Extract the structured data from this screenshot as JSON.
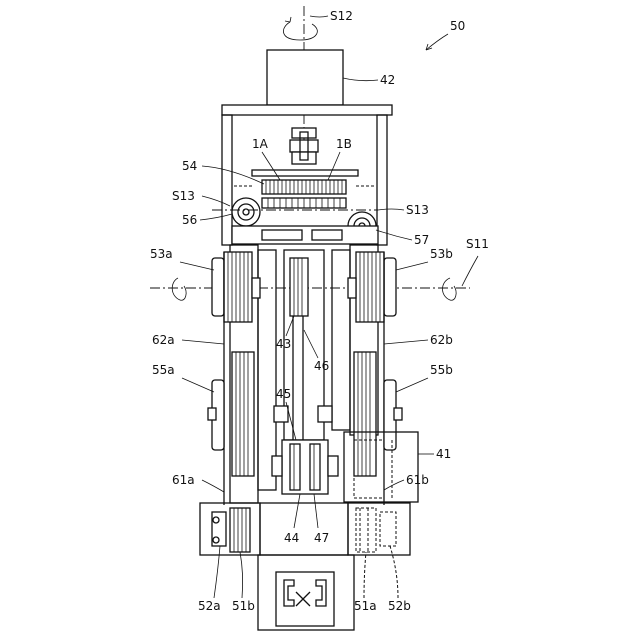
{
  "figure": {
    "assembly_ref": "50",
    "labels": {
      "s12": "S12",
      "s11": "S11",
      "s13_left": "S13",
      "s13_right": "S13",
      "n42": "42",
      "n1a": "1A",
      "n1b": "1B",
      "n54": "54",
      "n56": "56",
      "n57": "57",
      "n53a": "53a",
      "n53b": "53b",
      "n62a": "62a",
      "n62b": "62b",
      "n43": "43",
      "n46": "46",
      "n45": "45",
      "n55a": "55a",
      "n55b": "55b",
      "n41": "41",
      "n61a": "61a",
      "n61b": "61b",
      "n44": "44",
      "n47": "47",
      "n52a": "52a",
      "n51b": "51b",
      "n51a": "51a",
      "n52b": "52b"
    }
  }
}
